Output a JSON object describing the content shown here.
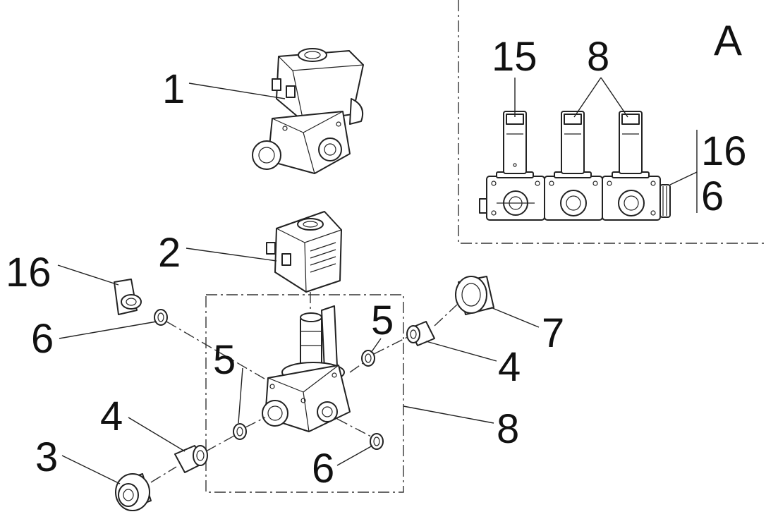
{
  "callouts": {
    "n1": "1",
    "n2": "2",
    "n3": "3",
    "n4a": "4",
    "n4b": "4",
    "n5a": "5",
    "n5b": "5",
    "n6a": "6",
    "n6b": "6",
    "n6c": "6",
    "n7": "7",
    "n8a": "8",
    "n8b": "8",
    "n15": "15",
    "n16a": "16",
    "n16b": "16"
  },
  "inset": {
    "title": "A"
  }
}
